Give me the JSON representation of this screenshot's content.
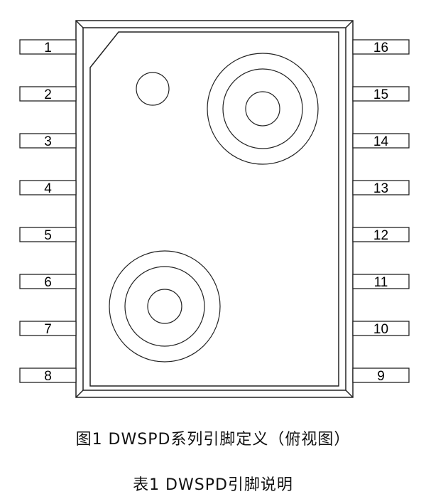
{
  "pins_left": [
    "1",
    "2",
    "3",
    "4",
    "5",
    "6",
    "7",
    "8"
  ],
  "pins_right": [
    "16",
    "15",
    "14",
    "13",
    "12",
    "11",
    "10",
    "9"
  ],
  "figure_caption": "图1 DWSPD系列引脚定义（俯视图）",
  "table_caption": "表1 DWSPD引脚说明"
}
